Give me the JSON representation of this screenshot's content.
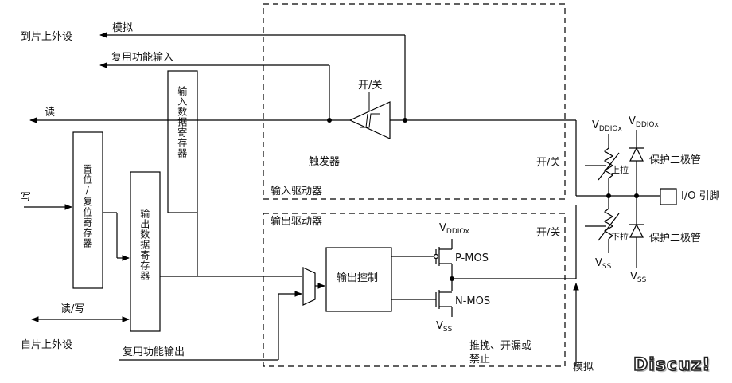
{
  "labels": {
    "to_periph": "到片上外设",
    "analog_top": "模拟",
    "alt_in": "复用功能输入",
    "read": "读",
    "write": "写",
    "read_write": "读/写",
    "from_periph": "自片上外设",
    "alt_out": "复用功能输出",
    "in_reg": "输入数据寄存器",
    "set_reset_reg": "置位/复位寄存器",
    "out_reg": "输出数据寄存器",
    "onoff_trig": "开/关",
    "trigger": "触发器",
    "in_driver": "输入驱动器",
    "out_driver": "输出驱动器",
    "out_ctrl": "输出控制",
    "pmos": "P-MOS",
    "nmos": "N-MOS",
    "mode": "推挽、开漏或",
    "mode2": "禁止",
    "analog_bottom": "模拟",
    "onoff_in": "开/关",
    "onoff_out": "开/关",
    "pull_up": "上拉",
    "pull_down": "下拉",
    "protect_up": "保护二极管",
    "protect_down": "保护二极管",
    "io_pin": "I/O 引脚",
    "vdd_main": "V",
    "vdd_sub": "DDIOx",
    "vss_main": "V",
    "vss_sub": "SS",
    "watermark": "Discuz!"
  }
}
